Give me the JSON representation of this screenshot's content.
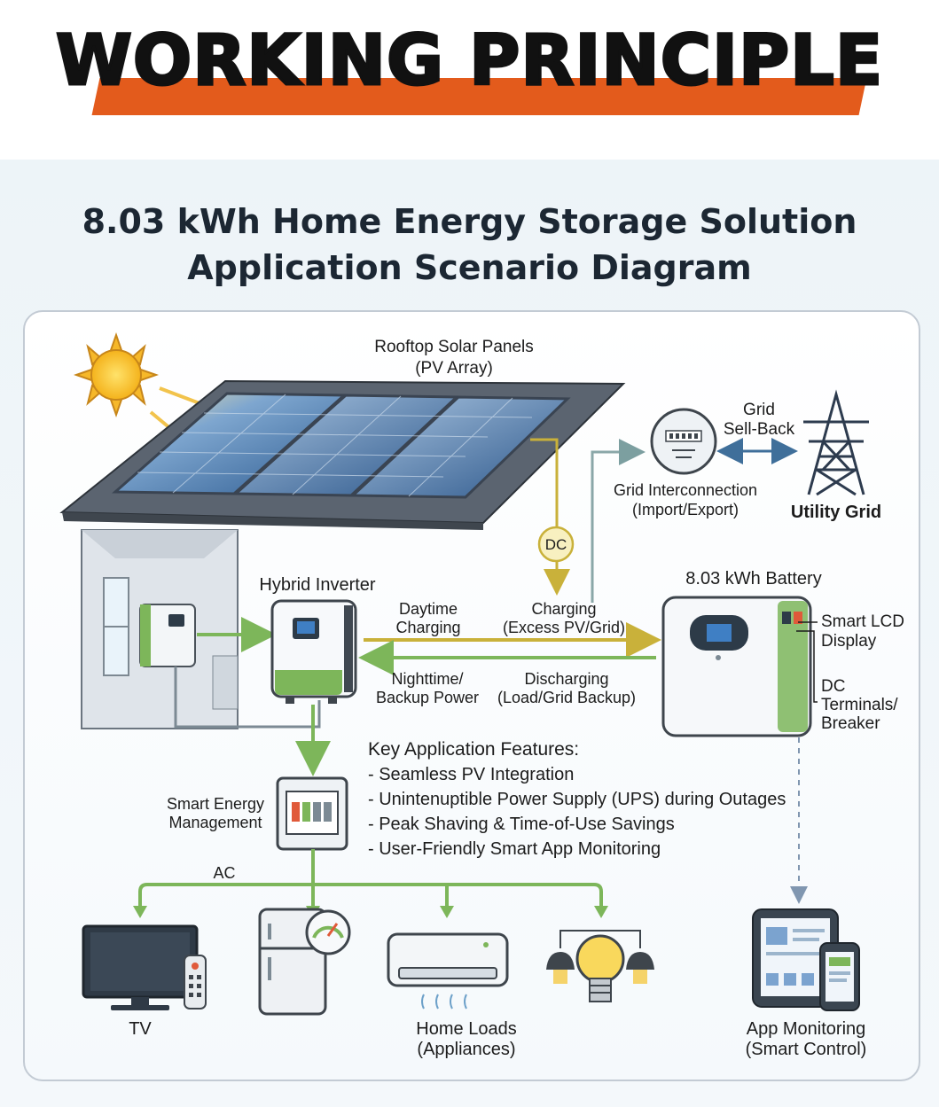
{
  "header": {
    "title": "WORKING PRINCIPLE"
  },
  "diagram": {
    "title_line1": "8.03 kWh Home Energy Storage Solution",
    "title_line2": "Application Scenario Diagram",
    "solar": {
      "line1": "Rooftop Solar Panels",
      "line2": "(PV Array)"
    },
    "dc_badge": "DC",
    "grid_sellback": {
      "line1": "Grid",
      "line2": "Sell-Back"
    },
    "grid_interconnect": {
      "line1": "Grid Interconnection",
      "line2": "(Import/Export)"
    },
    "utility_grid": "Utility Grid",
    "inverter": "Hybrid Inverter",
    "battery": "8.03 kWh Battery",
    "daytime": {
      "line1": "Daytime",
      "line2": "Charging"
    },
    "charging": {
      "line1": "Charging",
      "line2": "(Excess PV/Grid)"
    },
    "nighttime": {
      "line1": "Nighttime/",
      "line2": "Backup Power"
    },
    "discharging": {
      "line1": "Discharging",
      "line2": "(Load/Grid Backup)"
    },
    "smart_lcd": {
      "line1": "Smart LCD",
      "line2": "Display"
    },
    "dc_terminals": {
      "line1": "DC",
      "line2": "Terminals/",
      "line3": "Breaker"
    },
    "sem": {
      "line1": "Smart Energy",
      "line2": "Management"
    },
    "ac": "AC",
    "features": {
      "heading": "Key Application Features:",
      "items": [
        "- Seamless PV Integration",
        "- Unintenuptible Power Supply (UPS) during Outages",
        "- Peak Shaving & Time-of-Use Savings",
        "- User-Friendly Smart App Monitoring"
      ]
    },
    "tv": "TV",
    "home_loads": {
      "line1": "Home Loads",
      "line2": "(Appliances)"
    },
    "app": {
      "line1": "App Monitoring",
      "line2": "(Smart Control)"
    },
    "colors": {
      "accent_orange": "#e35b1c",
      "flow_green": "#7db65a",
      "flow_gold": "#c9b13a",
      "flow_teal": "#8aa7a8",
      "text_dark": "#1c2733"
    }
  }
}
